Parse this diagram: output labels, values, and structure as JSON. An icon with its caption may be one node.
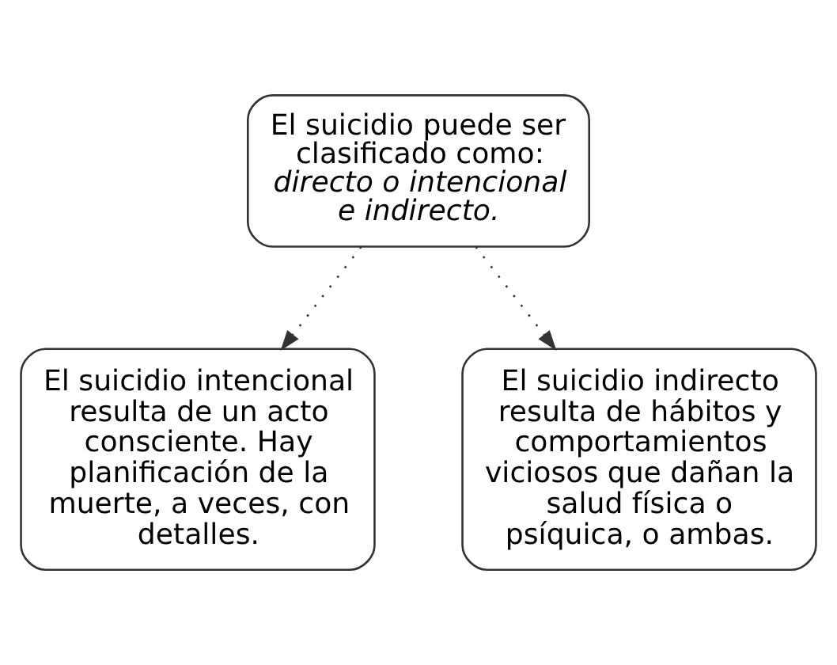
{
  "diagram": {
    "nodes": [
      {
        "text": [
          "El suicidio puede ser clasificado como: *directo o intencional e indirecto.*"
        ]
      },
      {
        "text": [
          "El suicidio intencional resulta de un acto consciente. Hay planificación de la muerte, a veces, con detalles."
        ]
      },
      {
        "text": [
          "El suicidio indirecto resulta de hábitos y comportamientos viciosos que dañan la salud física o psíquica, o ambas."
        ]
      }
    ],
    "edges": [
      {
        "from": 0,
        "to": 1,
        "arrow": "to",
        "style": "dashed"
      },
      {
        "from": 0,
        "to": 2,
        "arrow": "to",
        "style": "dashed"
      }
    ]
  }
}
